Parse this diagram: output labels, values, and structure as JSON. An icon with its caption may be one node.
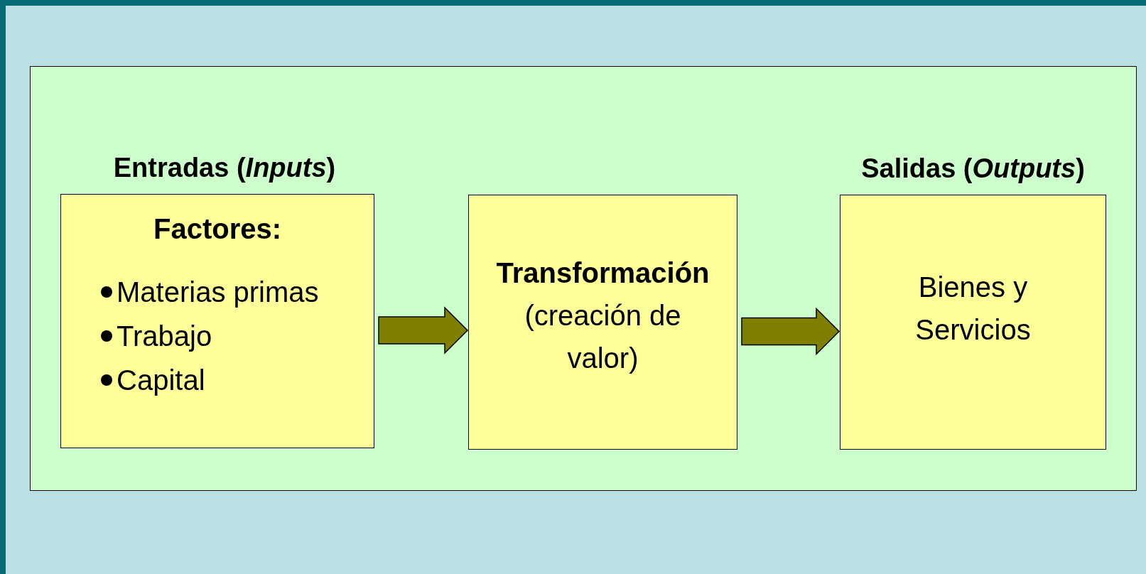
{
  "diagram": {
    "nodes": [
      {
        "text": [],
        "shape": "box"
      },
      {
        "text": [
          "Entradas (*Inputs*)",
          "Factores:",
          "Materias primas",
          "Trabajo",
          "Capital"
        ],
        "in": 0
      },
      {
        "text": [
          "Transformación",
          "(creación de valor)"
        ],
        "in": 0
      },
      {
        "text": [
          "Salidas (*Outputs*)",
          "Bienes y Servicios"
        ],
        "in": 0
      }
    ],
    "edges": [
      {
        "from": 1,
        "to": 2,
        "arrow": "to"
      },
      {
        "from": 2,
        "to": 3,
        "arrow": "to"
      }
    ]
  }
}
